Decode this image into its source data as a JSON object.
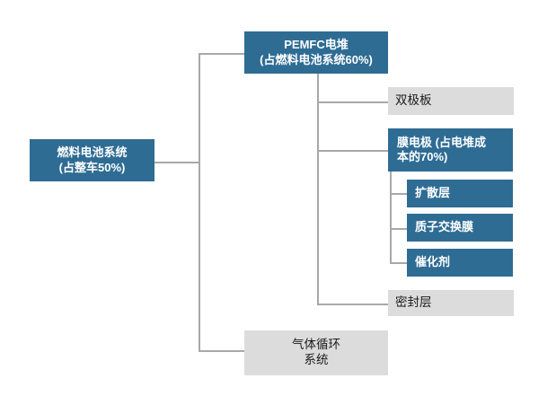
{
  "diagram": {
    "description": "Fuel cell system cost-structure tree diagram",
    "colors": {
      "node_blue": "#2E6C94",
      "node_gray": "#DCDCDC",
      "connector_gray": "#A8A8A8",
      "text_on_blue": "#FFFFFF",
      "text_on_gray": "#1A1A1A"
    },
    "nodes": {
      "fuel_cell_system": {
        "line1": "燃料电池系统",
        "line2": "(占整车50%)"
      },
      "pemfc_stack": {
        "line1": "PEMFC电堆",
        "line2": "(占燃料电池系统60%)"
      },
      "bipolar_plate": {
        "label": "双极板"
      },
      "membrane_electrode": {
        "line1": "膜电极 (占电堆成",
        "line2": "本的70%)"
      },
      "diffusion_layer": {
        "label": "扩散层"
      },
      "proton_exchange_membrane": {
        "label": "质子交换膜"
      },
      "catalyst": {
        "label": "催化剂"
      },
      "sealing_layer": {
        "label": "密封层"
      },
      "gas_circulation_system": {
        "line1": "气体循环",
        "line2": "系统"
      }
    },
    "hierarchy": {
      "root": "燃料电池系统 (占整车50%)",
      "children": [
        {
          "label": "PEMFC电堆 (占燃料电池系统60%)",
          "children": [
            {
              "label": "双极板"
            },
            {
              "label": "膜电极 (占电堆成本的70%)",
              "children": [
                {
                  "label": "扩散层"
                },
                {
                  "label": "质子交换膜"
                },
                {
                  "label": "催化剂"
                }
              ]
            },
            {
              "label": "密封层"
            }
          ]
        },
        {
          "label": "气体循环系统"
        }
      ]
    }
  }
}
